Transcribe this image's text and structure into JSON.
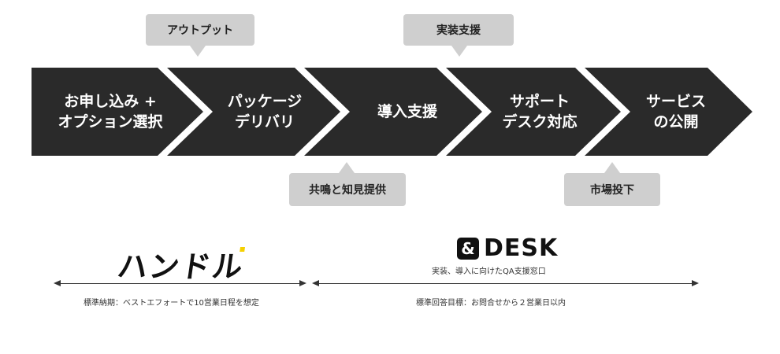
{
  "steps": [
    {
      "line1": "お申し込み +",
      "line2": "オプション選択"
    },
    {
      "line1": "パッケージ",
      "line2": "デリバリ"
    },
    {
      "line1": "導入支援",
      "line2": ""
    },
    {
      "line1": "サポート",
      "line2": "デスク対応"
    },
    {
      "line1": "サービス",
      "line2": "の公開"
    }
  ],
  "callouts": {
    "output": "アウトプット",
    "impl_support": "実装支援",
    "co_creation": "共鳴と知見提供",
    "launch": "市場投下"
  },
  "handle": {
    "logo_text": "ハンドル",
    "note": "標準納期：ベストエフォートで10営業日程を想定"
  },
  "desk": {
    "logo_amp": "&",
    "logo_text": "DESK",
    "subtitle": "実装、導入に向けたQA支援窓口",
    "note": "標準回答目標：お問合せから２営業日以内"
  },
  "colors": {
    "chevron": "#2a2a2a",
    "callout": "#cfcfcf",
    "accent_yellow": "#f5d000"
  }
}
